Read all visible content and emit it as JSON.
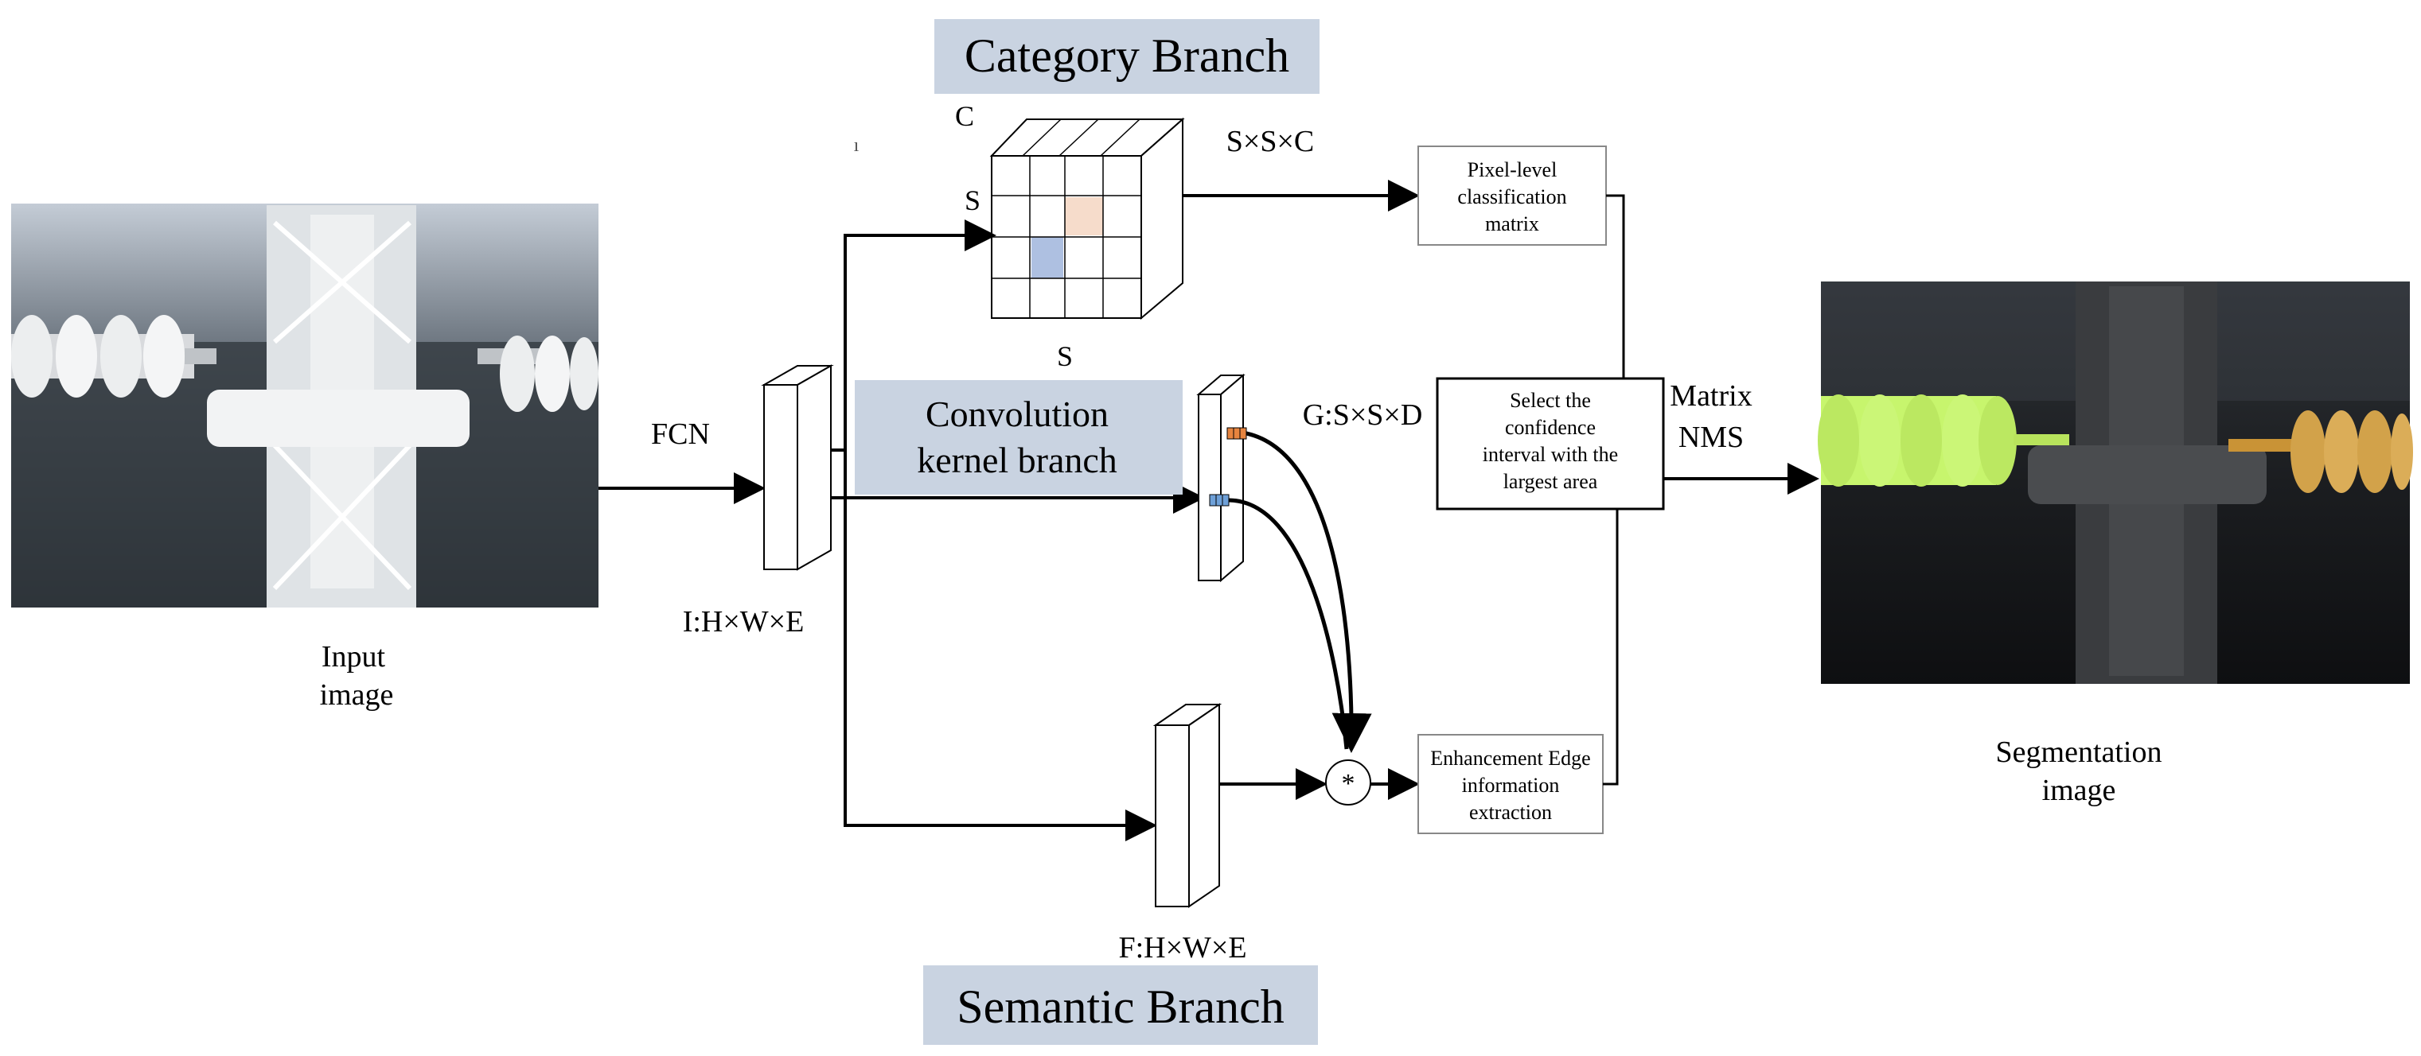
{
  "branches": {
    "category": "Category Branch",
    "kernel_line1": "Convolution",
    "kernel_line2": "kernel branch",
    "semantic": "Semantic Branch"
  },
  "input": {
    "caption_line1": "Input",
    "caption_line2": "image"
  },
  "output": {
    "caption_line1": "Segmentation",
    "caption_line2": "image"
  },
  "labels": {
    "fcn": "FCN",
    "feature_i": "I:H×W×E",
    "feature_f": "F:H×W×E",
    "grid_c": "C",
    "grid_s_left": "S",
    "grid_s_bottom": "S",
    "ssc": "S×S×C",
    "gssd": "G:S×S×D",
    "matrix": "Matrix",
    "nms": "NMS",
    "conv_op": "*",
    "tick": "ı"
  },
  "boxes": {
    "pixel_line1": "Pixel-level",
    "pixel_line2": "classification",
    "pixel_line3": "matrix",
    "select_line1": "Select the",
    "select_line2": "confidence",
    "select_line3": "interval with the",
    "select_line4": "largest area",
    "enh_line1": "Enhancement Edge",
    "enh_line2": "information",
    "enh_line3": "extraction"
  },
  "colors": {
    "branch_bg": "#c9d3e1",
    "cell_peach": "#f6dccb",
    "cell_blue": "#aec0e1",
    "left_insulator": "#c7f56d",
    "right_insulator": "#d2a24a",
    "kernel_orange": "#e6843f",
    "kernel_blue": "#6ea0d8"
  }
}
